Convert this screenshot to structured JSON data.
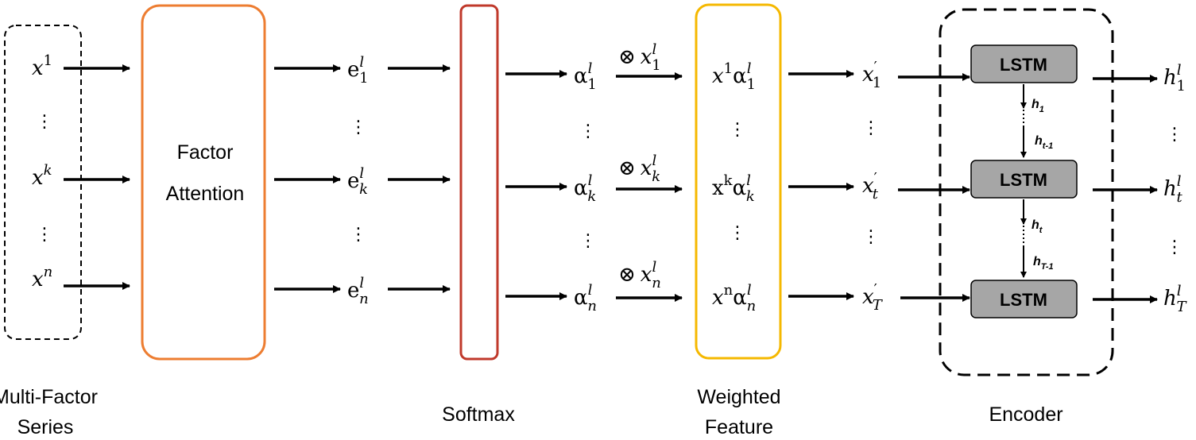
{
  "colors": {
    "factor_attention_border": "#ED7D31",
    "softmax_border": "#C0392B",
    "weighted_feature_border": "#F5B800",
    "lstm_fill": "#A6A6A6",
    "dashed_border": "#000000"
  },
  "labels": {
    "multi_factor_series": [
      "Multi-Factor",
      "Series"
    ],
    "factor_attention": [
      "Factor",
      "Attention"
    ],
    "softmax": "Softmax",
    "weighted_feature": [
      "Weighted",
      "Feature"
    ],
    "encoder": "Encoder",
    "lstm": "LSTM"
  },
  "symbols": {
    "inputs": [
      {
        "base": "x",
        "sup": "1"
      },
      {
        "base": "x",
        "sup": "k"
      },
      {
        "base": "x",
        "sup": "n"
      }
    ],
    "energies": [
      {
        "base": "e",
        "sup": "l",
        "sub": "1"
      },
      {
        "base": "e",
        "sup": "l",
        "sub": "k"
      },
      {
        "base": "e",
        "sup": "l",
        "sub": "n"
      }
    ],
    "alphas": [
      {
        "base": "α",
        "sup": "l",
        "sub": "1"
      },
      {
        "base": "α",
        "sup": "l",
        "sub": "k"
      },
      {
        "base": "α",
        "sup": "l",
        "sub": "n"
      }
    ],
    "multipliers": [
      {
        "op": "⊗",
        "base": "x",
        "sup": "l",
        "sub": "1"
      },
      {
        "op": "⊗",
        "base": "x",
        "sup": "l",
        "sub": "k"
      },
      {
        "op": "⊗",
        "base": "x",
        "sup": "l",
        "sub": "n"
      }
    ],
    "weighted": [
      {
        "x": "x",
        "xsup": "1",
        "a": "α",
        "asup": "l",
        "asub": "1"
      },
      {
        "x": "x",
        "xsup": "k",
        "a": "α",
        "asup": "l",
        "asub": "k"
      },
      {
        "x": "x",
        "xsup": "n",
        "a": "α",
        "asup": "l",
        "asub": "n"
      }
    ],
    "primes": [
      {
        "base": "x",
        "sup": "′",
        "sub": "1"
      },
      {
        "base": "x",
        "sup": "′",
        "sub": "t"
      },
      {
        "base": "x",
        "sup": "′",
        "sub": "T"
      }
    ],
    "hidden_labels": [
      {
        "base": "h",
        "sub": "1"
      },
      {
        "base": "h",
        "sub": "t-1"
      },
      {
        "base": "h",
        "sub": "t"
      },
      {
        "base": "h",
        "sub": "T-1"
      }
    ],
    "outputs": [
      {
        "base": "h",
        "sup": "l",
        "sub": "1"
      },
      {
        "base": "h",
        "sup": "l",
        "sub": "t"
      },
      {
        "base": "h",
        "sup": "l",
        "sub": "T"
      }
    ]
  },
  "ellipsis": "⋮"
}
